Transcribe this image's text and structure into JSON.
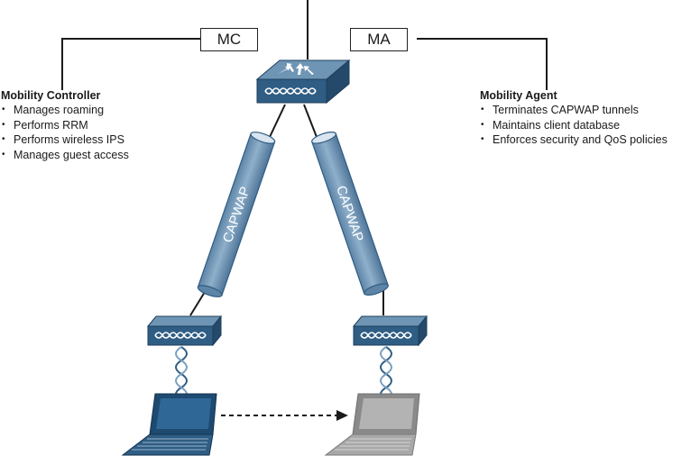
{
  "labels": {
    "mc": "MC",
    "ma": "MA"
  },
  "controller": {
    "title": "Mobility Controller",
    "items": [
      "Manages roaming",
      "Performs RRM",
      "Performs wireless IPS",
      "Manages guest access"
    ]
  },
  "agent": {
    "title": "Mobility Agent",
    "items": [
      "Terminates CAPWAP tunnels",
      "Maintains client database",
      "Enforces security and QoS policies"
    ]
  },
  "tunnels": {
    "left": "CAPWAP",
    "right": "CAPWAP"
  },
  "colors": {
    "device_top": "#6f95b5",
    "device_front": "#2f5d84",
    "tunnel": "#7c9fbd",
    "laptop_active": "#2f5d84",
    "laptop_inactive": "#9a9a9a"
  },
  "icons": [
    "switch-icon",
    "access-point-icon",
    "laptop-icon",
    "wireless-link-icon",
    "roaming-arrow-icon"
  ]
}
